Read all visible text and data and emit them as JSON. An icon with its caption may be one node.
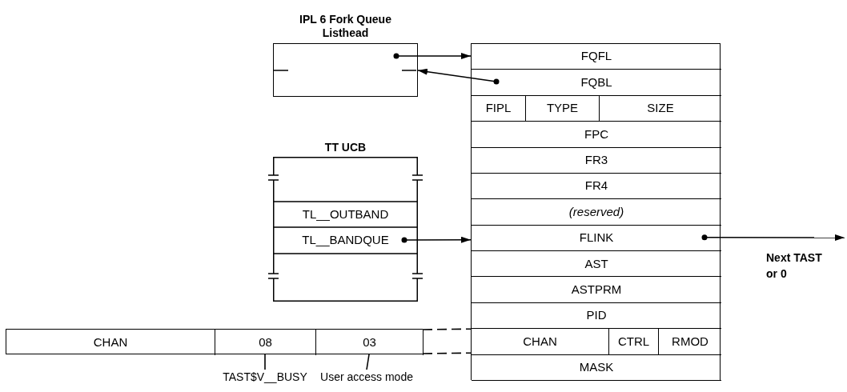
{
  "diagram": {
    "nodes": [
      {
        "text": [
          "IPL 6 Fork Queue Listhead"
        ]
      },
      {
        "text": [],
        "shape": "box"
      },
      {
        "text": [
          "FQFL"
        ],
        "in": 1
      },
      {
        "text": [
          "FQBL"
        ],
        "in": 1
      },
      {
        "text": [
          "FIPL"
        ],
        "in": 1
      },
      {
        "text": [
          "TYPE"
        ],
        "in": 1
      },
      {
        "text": [
          "SIZE"
        ],
        "in": 1
      },
      {
        "text": [
          "FPC"
        ],
        "in": 1
      },
      {
        "text": [
          "FR3"
        ],
        "in": 1
      },
      {
        "text": [
          "FR4"
        ],
        "in": 1
      },
      {
        "text": [
          "(reserved)"
        ],
        "in": 1
      },
      {
        "text": [
          "FLINK"
        ],
        "in": 1
      },
      {
        "text": [
          "AST"
        ],
        "in": 1
      },
      {
        "text": [
          "ASTPRM"
        ],
        "in": 1
      },
      {
        "text": [
          "PID"
        ],
        "in": 1
      },
      {
        "text": [
          "CHAN"
        ],
        "in": 1
      },
      {
        "text": [
          "CTRL"
        ],
        "in": 1
      },
      {
        "text": [
          "RMOD"
        ],
        "in": 1
      },
      {
        "text": [
          "MASK"
        ],
        "in": 1
      },
      {
        "text": [
          "TT UCB"
        ]
      },
      {
        "text": [
          "TL__OUTBAND"
        ],
        "in": 19
      },
      {
        "text": [
          "TL__BANDQUE"
        ],
        "in": 19
      },
      {
        "text": [],
        "shape": "bar"
      },
      {
        "text": [
          "CHAN"
        ],
        "in": 22
      },
      {
        "text": [
          "08"
        ],
        "in": 22
      },
      {
        "text": [
          "03"
        ],
        "in": 22
      },
      {
        "text": [
          "TAST$V__BUSY"
        ]
      },
      {
        "text": [
          "User access mode"
        ]
      }
    ],
    "edges": [
      {
        "from": 0,
        "to": 2,
        "arrow": "to"
      },
      {
        "from": 3,
        "to": 0,
        "arrow": "to"
      },
      {
        "from": 21,
        "to": 11,
        "arrow": "to"
      },
      {
        "from": 11,
        "to": null,
        "arrow": "to"
      },
      {
        "from": 22,
        "to": 15,
        "arrow": "none",
        "style": "dashed"
      },
      {
        "from": 22,
        "to": 15,
        "arrow": "none",
        "style": "dashed"
      },
      {
        "from": 26,
        "to": 24,
        "arrow": "none"
      },
      {
        "from": 27,
        "to": 25,
        "arrow": "none"
      }
    ],
    "labels": [
      "Next TAST or 0"
    ]
  }
}
